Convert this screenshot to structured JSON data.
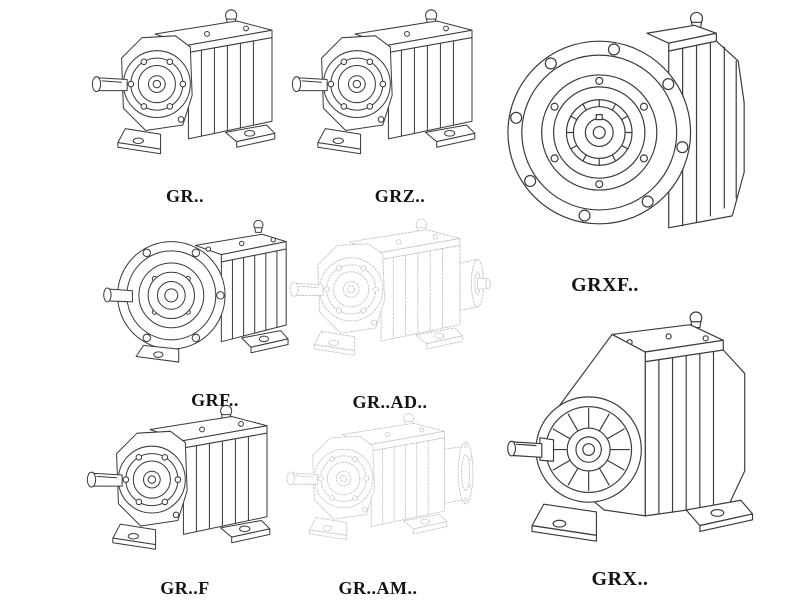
{
  "page": {
    "background_color": "#ffffff",
    "line_color": "#3b3b3b",
    "faint_line_color": "#c6c6c6",
    "label_color": "#131313",
    "description": "catalog sheet of helical gear reducer model line drawings"
  },
  "models": [
    {
      "id": "gr",
      "label": "GR..",
      "style": "solid"
    },
    {
      "id": "grz",
      "label": "GRZ..",
      "style": "solid"
    },
    {
      "id": "grxf",
      "label": "GRXF..",
      "style": "solid"
    },
    {
      "id": "grf",
      "label": "GRF..",
      "style": "solid"
    },
    {
      "id": "gr-ad",
      "label": "GR..AD..",
      "style": "faint"
    },
    {
      "id": "gr-f",
      "label": "GR..F",
      "style": "solid"
    },
    {
      "id": "gr-am",
      "label": "GR..AM..",
      "style": "faint"
    },
    {
      "id": "grx",
      "label": "GRX..",
      "style": "solid"
    }
  ]
}
